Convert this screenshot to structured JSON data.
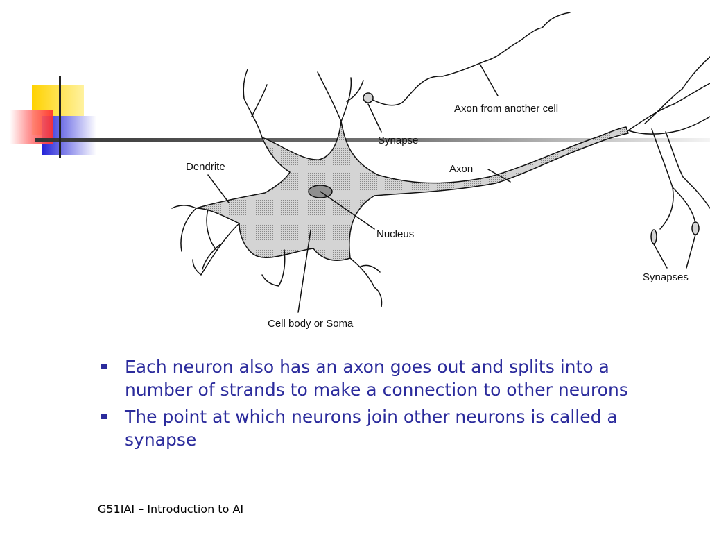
{
  "diagram": {
    "labels": {
      "axon_from_another_cell": "Axon from another cell",
      "synapse": "Synapse",
      "dendrite": "Dendrite",
      "axon": "Axon",
      "nucleus": "Nucleus",
      "synapses": "Synapses",
      "cell_body": "Cell body or Soma"
    }
  },
  "bullets": [
    {
      "text": "Each neuron also has an axon goes out and splits into a number of strands to make a connection to other neurons"
    },
    {
      "text": "The point at which neurons join other neurons is called a synapse"
    }
  ],
  "footer": {
    "text": "G51IAI – Introduction to AI"
  },
  "colors": {
    "bullet_text": "#2b2b9c",
    "title_rule": "#333333",
    "soma_fill": "#c4c4c4"
  }
}
